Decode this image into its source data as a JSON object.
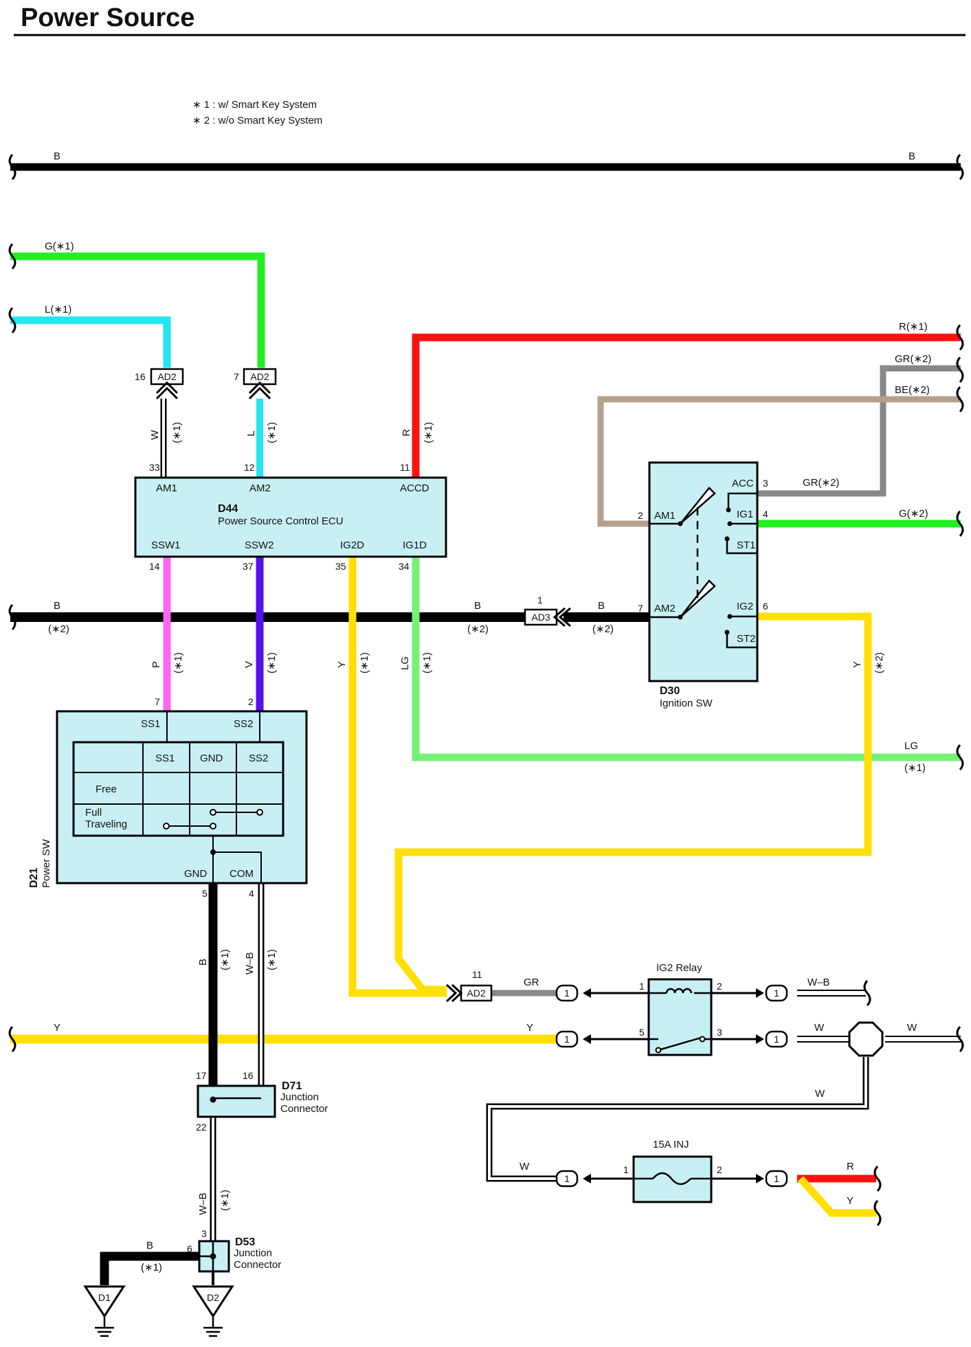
{
  "title": "Power Source",
  "notes": [
    "∗ 1 : w/ Smart Key System",
    "∗ 2 : w/o Smart Key System"
  ],
  "colors": {
    "B": "#000000",
    "G": "#22ee22",
    "L": "#22e6f0",
    "R": "#ff1111",
    "GR": "#888888",
    "BE": "#b4a08c",
    "Y": "#ffe000",
    "LG": "#77f077",
    "P": "#ff66ee",
    "V": "#5511ee",
    "W": "#ffffff",
    "box": "#c8f0f4"
  },
  "wire_labels": {
    "b_top_left": "B",
    "b_top_right": "B",
    "g1": "G(∗1)",
    "l1": "L(∗1)",
    "r1": "R(∗1)",
    "gr2": "GR(∗2)",
    "be2": "BE(∗2)",
    "gr2_acc": "GR(∗2)",
    "g2_ig1": "G(∗2)",
    "w_am1": "W",
    "l_am2": "L",
    "r_accd": "R",
    "star1": "(∗1)",
    "star2": "(∗2)",
    "b_mid_left": "B",
    "b_mid_center": "B",
    "b_mid_right": "B",
    "p": "P",
    "v": "V",
    "y": "Y",
    "lg": "LG",
    "lg_right": "LG",
    "b_gnd": "B",
    "wb_com": "W–B",
    "y_main_left": "Y",
    "y_main_right": "Y",
    "gr_ad2": "GR",
    "wb_relay": "W–B",
    "w_relay1": "W",
    "w_relay2": "W",
    "w_loop": "W",
    "w_inj": "W",
    "r_inj": "R",
    "y_inj": "Y",
    "wb_d71": "W–B",
    "b_d53": "B"
  },
  "connectors": {
    "ad2_a": {
      "label": "AD2",
      "pin": "16"
    },
    "ad2_b": {
      "label": "AD2",
      "pin": "7"
    },
    "ad3": {
      "label": "AD3",
      "pin": "1"
    },
    "ad2_c": {
      "label": "AD2",
      "pin": "11"
    },
    "one": "1"
  },
  "d44": {
    "code": "D44",
    "name": "Power Source Control ECU",
    "pins_top": [
      {
        "num": "33",
        "name": "AM1"
      },
      {
        "num": "12",
        "name": "AM2"
      },
      {
        "num": "11",
        "name": "ACCD"
      }
    ],
    "pins_bottom": [
      {
        "num": "14",
        "name": "SSW1"
      },
      {
        "num": "37",
        "name": "SSW2"
      },
      {
        "num": "35",
        "name": "IG2D"
      },
      {
        "num": "34",
        "name": "IG1D"
      }
    ]
  },
  "d30": {
    "code": "D30",
    "name": "Ignition SW",
    "pins": [
      {
        "num": "2",
        "name": "AM1"
      },
      {
        "num": "7",
        "name": "AM2"
      },
      {
        "num": "3",
        "name": "ACC"
      },
      {
        "num": "4",
        "name": "IG1"
      },
      {
        "name": "ST1"
      },
      {
        "num": "6",
        "name": "IG2"
      },
      {
        "name": "ST2"
      }
    ]
  },
  "d21": {
    "code": "D21",
    "name": "Power SW",
    "pins": [
      {
        "num": "7",
        "name": "SS1"
      },
      {
        "num": "2",
        "name": "SS2"
      },
      {
        "num": "5",
        "name": "GND"
      },
      {
        "num": "4",
        "name": "COM"
      }
    ],
    "table": {
      "headers": [
        "SS1",
        "GND",
        "SS2"
      ],
      "rows": [
        "Free",
        "Full Traveling"
      ]
    }
  },
  "d71": {
    "code": "D71",
    "name": "Junction Connector",
    "pins": [
      "17",
      "16",
      "22"
    ]
  },
  "d53": {
    "code": "D53",
    "name": "Junction Connector",
    "pins": [
      "3",
      "6"
    ]
  },
  "relay": {
    "name": "IG2 Relay",
    "pins": [
      "1",
      "2",
      "5",
      "3"
    ]
  },
  "fuse": {
    "name": "15A INJ",
    "pins": [
      "1",
      "2"
    ]
  },
  "grounds": [
    "D1",
    "D2"
  ]
}
